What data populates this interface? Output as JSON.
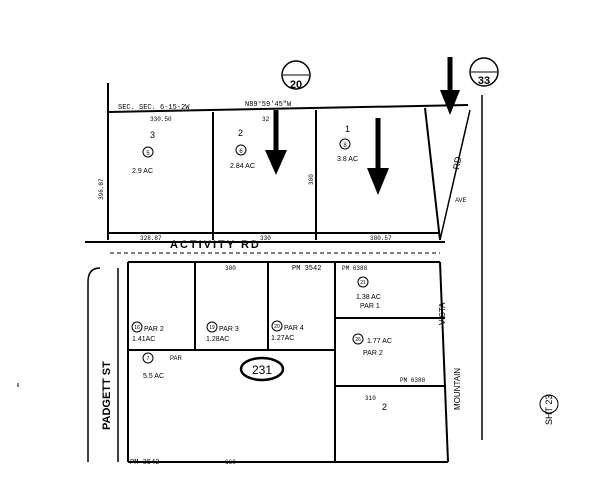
{
  "map": {
    "page_circles": {
      "top_left": "20",
      "top_right": "33",
      "parcel_map": "231"
    },
    "roads": {
      "activity_rd": "ACTIVITY  RD",
      "padgett_st": "PADGETT  ST",
      "mountain": "MOUNTAIN",
      "rd_top": "RD",
      "ave_label": "AVE",
      "vista": "VISTA"
    },
    "section_line": "SEC. SEC. 6-15-2W",
    "bearing_top": "N89°59'45\"W",
    "sheet_ref": "SHT 23",
    "upper_lots": [
      {
        "lot": "3",
        "parcel": "5",
        "acres": "2.9 AC"
      },
      {
        "lot": "2",
        "parcel": "6",
        "acres": "2.84 AC"
      },
      {
        "lot": "1",
        "parcel": "8",
        "acres": "3.8 AC"
      }
    ],
    "lower_parcels": [
      {
        "num": "16",
        "par": "PAR 2",
        "acres": "1.41AC"
      },
      {
        "num": "19",
        "par": "PAR 3",
        "acres": "1.28AC"
      },
      {
        "num": "20",
        "par": "PAR 4",
        "acres": "1.27AC"
      },
      {
        "num": "21",
        "par": "PAR 1",
        "acres": "1.38 AC"
      },
      {
        "num": "26",
        "par": "PAR 2",
        "acres": "1.77 AC"
      },
      {
        "num": "7",
        "par": "PAR",
        "acres": "5.5 AC"
      }
    ],
    "pm_labels": {
      "pm_top": "PM 3542",
      "pm_mid": "PM 6388",
      "pm_bottom": "PM 3542",
      "pm_lower_right": "PM 6388"
    },
    "lot_numbers": {
      "lower_lot_2": "2"
    },
    "dims": {
      "d_top_lot3": "330.50",
      "d_top_lot2": "32",
      "d_bottom_lot3": "328.87",
      "d_bottom_mid": "330",
      "d_bottom_lot1": "380.57",
      "d_side": "396.87",
      "d_mid": "300",
      "d_bottom_sec": "660",
      "d_par_mid": "300",
      "d_par_small": "310"
    }
  }
}
